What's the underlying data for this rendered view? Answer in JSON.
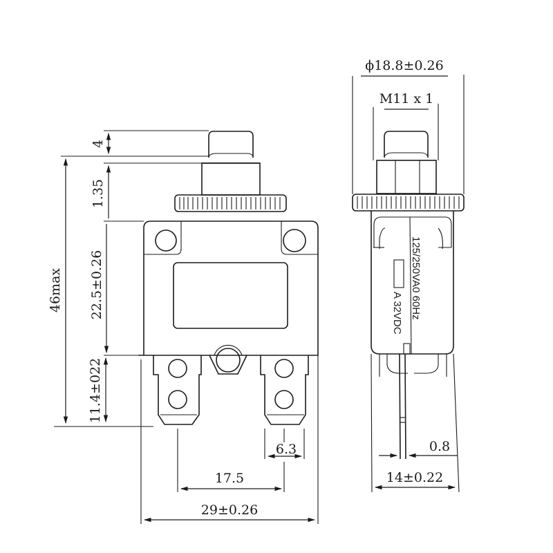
{
  "diagram": {
    "type": "dimensional-drawing",
    "subject": "push-button thermal circuit breaker",
    "units": "mm",
    "line_color": "#1a1a1a",
    "background": "#ffffff"
  },
  "front_view": {
    "dimensions": {
      "button_height": "4",
      "collar_height": "1.35",
      "overall_height": "46max",
      "body_height": "22.5±0.26",
      "terminal_height": "11.4±022",
      "terminal_width": "6.3",
      "terminal_spacing": "17.5",
      "body_width": "29±0.26"
    }
  },
  "side_view": {
    "dimensions": {
      "knurl_diameter": "ϕ18.8±0.26",
      "thread": "M11 x 1",
      "terminal_thickness": "0.8",
      "body_depth": "14±0.22"
    },
    "body_label": {
      "rating_ac": "125/250VA0 60Hz",
      "rating_dc": "A 32VDC"
    }
  }
}
